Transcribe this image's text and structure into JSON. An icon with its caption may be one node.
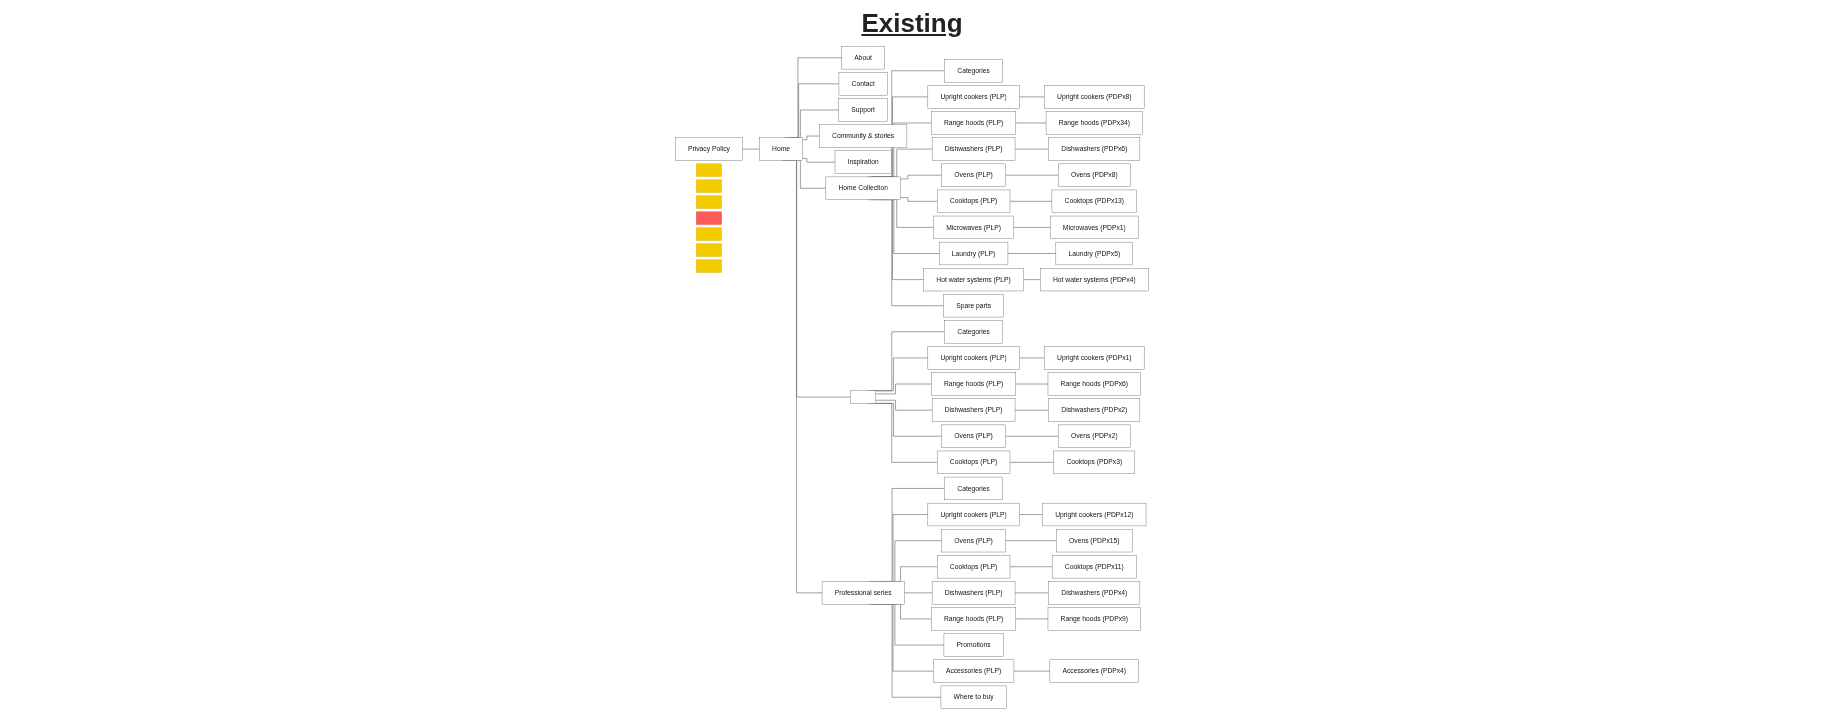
{
  "diagram": {
    "title": "Existing",
    "nodes": [
      {
        "text": [
          "Home"
        ]
      },
      {
        "text": [
          "Privacy Policy"
        ]
      },
      {
        "text": [],
        "shape": "box"
      },
      {
        "text": [
          "About"
        ]
      },
      {
        "text": [
          "Contact"
        ]
      },
      {
        "text": [
          "Support"
        ]
      },
      {
        "text": [
          "Community & stories"
        ]
      },
      {
        "text": [],
        "shape": "box"
      },
      {
        "text": [
          "Inspiration"
        ]
      },
      {
        "text": [],
        "shape": "box"
      },
      {
        "text": [
          "Home Collection"
        ]
      },
      {
        "text": [
          "Categories"
        ]
      },
      {
        "text": [
          "Upright cookers (PLP)"
        ]
      },
      {
        "text": [
          "Upright cookers (PDPx8)"
        ]
      },
      {
        "text": [
          "Range hoods (PLP)"
        ]
      },
      {
        "text": [
          "Range hoods (PDPx34)"
        ]
      },
      {
        "text": [
          "Dishwashers (PLP)"
        ]
      },
      {
        "text": [
          "Dishwashers (PDPx6)"
        ]
      },
      {
        "text": [
          "Ovens (PLP)"
        ]
      },
      {
        "text": [
          "Ovens (PDPx8)"
        ]
      },
      {
        "text": [
          "Cooktops (PLP)"
        ]
      },
      {
        "text": [
          "Cooktops (PDPx13)"
        ]
      },
      {
        "text": [
          "Microwaves (PLP)"
        ]
      },
      {
        "text": [
          "Microwaves (PDPx1)"
        ]
      },
      {
        "text": [
          "Laundry (PLP)"
        ]
      },
      {
        "text": [
          "Laundry (PDPx5)"
        ]
      },
      {
        "text": [
          "Hot water systems (PLP)"
        ]
      },
      {
        "text": [
          "Hot water systems (PDPx4)"
        ]
      },
      {
        "text": [
          "Spare parts"
        ]
      },
      {
        "text": [],
        "shape": "box"
      },
      {
        "text": [],
        "shape": "box"
      },
      {
        "text": [
          "Categories"
        ]
      },
      {
        "text": [
          "Upright cookers (PLP)"
        ]
      },
      {
        "text": [
          "Upright cookers (PDPx1)"
        ]
      },
      {
        "text": [
          "Range hoods (PLP)"
        ]
      },
      {
        "text": [
          "Range hoods (PDPx6)"
        ]
      },
      {
        "text": [
          "Dishwashers (PLP)"
        ]
      },
      {
        "text": [
          "Dishwashers (PDPx2)"
        ]
      },
      {
        "text": [
          "Ovens (PLP)"
        ]
      },
      {
        "text": [
          "Ovens (PDPx2)"
        ]
      },
      {
        "text": [
          "Cooktops (PLP)"
        ]
      },
      {
        "text": [
          "Cooktops (PDPx3)"
        ]
      },
      {
        "text": [
          "Professional series"
        ]
      },
      {
        "text": [
          "Categories"
        ]
      },
      {
        "text": [
          "Upright cookers (PLP)"
        ]
      },
      {
        "text": [
          "Upright cookers (PDPx12)"
        ]
      },
      {
        "text": [
          "Ovens (PLP)"
        ]
      },
      {
        "text": [
          "Ovens (PDPx15)"
        ]
      },
      {
        "text": [
          "Cooktops (PLP)"
        ]
      },
      {
        "text": [
          "Cooktops (PDPx11)"
        ]
      },
      {
        "text": [
          "Dishwashers (PLP)"
        ]
      },
      {
        "text": [
          "Dishwashers (PDPx4)"
        ]
      },
      {
        "text": [
          "Range hoods (PLP)"
        ]
      },
      {
        "text": [
          "Range hoods (PDPx9)"
        ]
      },
      {
        "text": [
          "Promotions"
        ]
      },
      {
        "text": [],
        "shape": "box"
      },
      {
        "text": [
          "Accessories (PLP)"
        ]
      },
      {
        "text": [],
        "shape": "box"
      },
      {
        "text": [
          "Accessories (PDPx4)"
        ]
      },
      {
        "text": [
          "Where to buy"
        ]
      },
      {
        "text": [],
        "shape": "box"
      }
    ],
    "edges": [
      {
        "from": 1,
        "to": 0,
        "arrow": "none"
      },
      {
        "from": 0,
        "to": 3,
        "arrow": "none"
      },
      {
        "from": 0,
        "to": 4,
        "arrow": "none"
      },
      {
        "from": 0,
        "to": 5,
        "arrow": "none"
      },
      {
        "from": 0,
        "to": 6,
        "arrow": "none"
      },
      {
        "from": 0,
        "to": 8,
        "arrow": "none"
      },
      {
        "from": 0,
        "to": 10,
        "arrow": "none"
      },
      {
        "from": 0,
        "to": 30,
        "arrow": "none"
      },
      {
        "from": 0,
        "to": 42,
        "arrow": "none"
      },
      {
        "from": 10,
        "to": 11,
        "arrow": "none"
      },
      {
        "from": 10,
        "to": 12,
        "arrow": "none"
      },
      {
        "from": 12,
        "to": 13,
        "arrow": "none"
      },
      {
        "from": 10,
        "to": 14,
        "arrow": "none"
      },
      {
        "from": 14,
        "to": 15,
        "arrow": "none"
      },
      {
        "from": 10,
        "to": 16,
        "arrow": "none"
      },
      {
        "from": 16,
        "to": 17,
        "arrow": "none"
      },
      {
        "from": 10,
        "to": 18,
        "arrow": "none"
      },
      {
        "from": 18,
        "to": 19,
        "arrow": "none"
      },
      {
        "from": 10,
        "to": 20,
        "arrow": "none"
      },
      {
        "from": 20,
        "to": 21,
        "arrow": "none"
      },
      {
        "from": 10,
        "to": 22,
        "arrow": "none"
      },
      {
        "from": 22,
        "to": 23,
        "arrow": "none"
      },
      {
        "from": 10,
        "to": 24,
        "arrow": "none"
      },
      {
        "from": 24,
        "to": 25,
        "arrow": "none"
      },
      {
        "from": 10,
        "to": 26,
        "arrow": "none"
      },
      {
        "from": 26,
        "to": 27,
        "arrow": "none"
      },
      {
        "from": 10,
        "to": 28,
        "arrow": "none"
      },
      {
        "from": 30,
        "to": 31,
        "arrow": "none"
      },
      {
        "from": 30,
        "to": 32,
        "arrow": "none"
      },
      {
        "from": 32,
        "to": 33,
        "arrow": "none"
      },
      {
        "from": 30,
        "to": 34,
        "arrow": "none"
      },
      {
        "from": 34,
        "to": 35,
        "arrow": "none"
      },
      {
        "from": 30,
        "to": 36,
        "arrow": "none"
      },
      {
        "from": 36,
        "to": 37,
        "arrow": "none"
      },
      {
        "from": 30,
        "to": 38,
        "arrow": "none"
      },
      {
        "from": 38,
        "to": 39,
        "arrow": "none"
      },
      {
        "from": 30,
        "to": 40,
        "arrow": "none"
      },
      {
        "from": 40,
        "to": 41,
        "arrow": "none"
      },
      {
        "from": 42,
        "to": 43,
        "arrow": "none"
      },
      {
        "from": 42,
        "to": 44,
        "arrow": "none"
      },
      {
        "from": 44,
        "to": 45,
        "arrow": "none"
      },
      {
        "from": 42,
        "to": 46,
        "arrow": "none"
      },
      {
        "from": 46,
        "to": 47,
        "arrow": "none"
      },
      {
        "from": 42,
        "to": 48,
        "arrow": "none"
      },
      {
        "from": 48,
        "to": 49,
        "arrow": "none"
      },
      {
        "from": 42,
        "to": 50,
        "arrow": "none"
      },
      {
        "from": 50,
        "to": 51,
        "arrow": "none"
      },
      {
        "from": 42,
        "to": 52,
        "arrow": "none"
      },
      {
        "from": 52,
        "to": 53,
        "arrow": "none"
      },
      {
        "from": 42,
        "to": 54,
        "arrow": "none"
      },
      {
        "from": 42,
        "to": 56,
        "arrow": "none"
      },
      {
        "from": 56,
        "to": 58,
        "arrow": "none"
      },
      {
        "from": 42,
        "to": 59,
        "arrow": "none"
      }
    ]
  }
}
